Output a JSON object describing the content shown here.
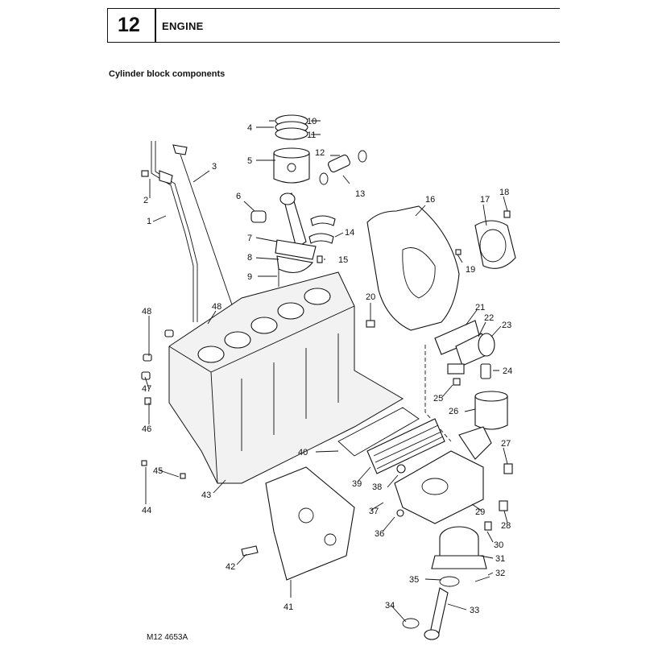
{
  "header": {
    "chapter_number": "12",
    "chapter_title": "ENGINE"
  },
  "section_title": "Cylinder block components",
  "figure_reference": "M12 4653A",
  "callouts": [
    "1",
    "2",
    "3",
    "4",
    "5",
    "6",
    "7",
    "8",
    "9",
    "10",
    "11",
    "12",
    "13",
    "14",
    "15",
    "16",
    "17",
    "18",
    "19",
    "20",
    "21",
    "22",
    "23",
    "24",
    "25",
    "26",
    "27",
    "28",
    "29",
    "30",
    "31",
    "32",
    "33",
    "34",
    "35",
    "36",
    "37",
    "38",
    "39",
    "40",
    "41",
    "42",
    "43",
    "44",
    "45",
    "46",
    "47",
    "48"
  ]
}
